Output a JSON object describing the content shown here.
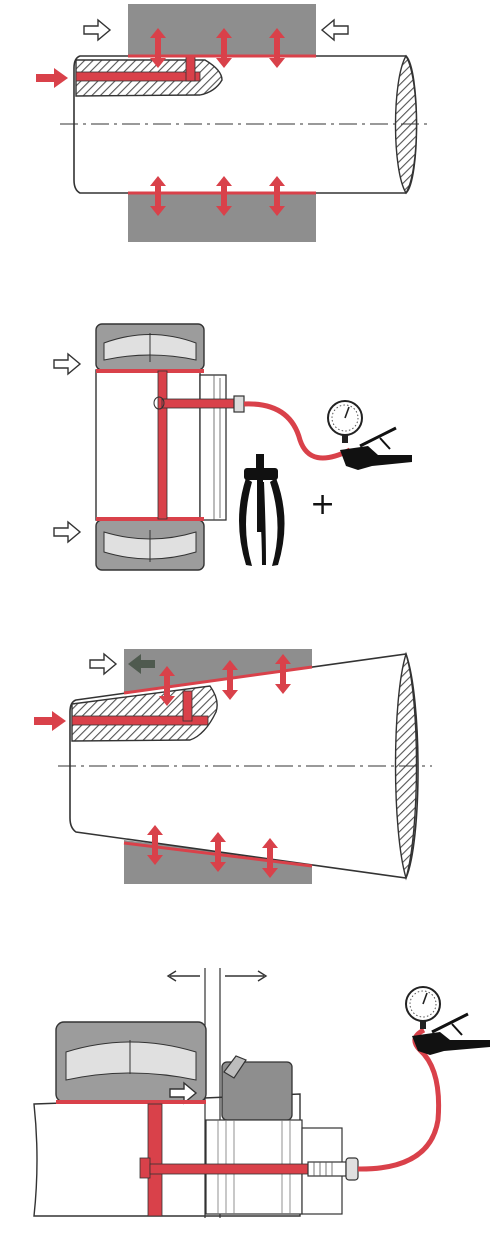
{
  "panels": [
    {
      "id": "panel-1",
      "caption": ""
    },
    {
      "id": "panel-2",
      "caption": ""
    },
    {
      "id": "panel-3",
      "caption": ""
    },
    {
      "id": "panel-4",
      "caption": ""
    }
  ],
  "symbols": {
    "plus": "+"
  },
  "colors": {
    "oil_red": "#d9414a",
    "housing_gray": "#8e8e8e",
    "bearing_gray": "#9c9c9c",
    "outline": "#333333",
    "hatch": "#555555",
    "push_arrow_fill": "#ffffff",
    "dark_arrow": "#4f5a4f"
  }
}
